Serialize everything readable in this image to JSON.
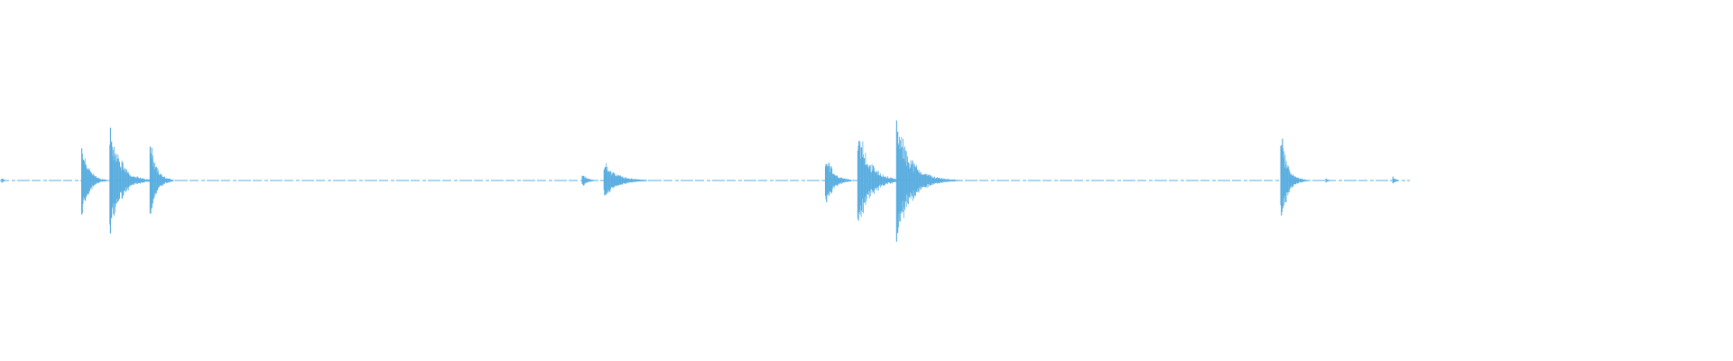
{
  "waveform": {
    "color": "#5aaee0",
    "background": "#ffffff",
    "duration_fraction_events": [
      {
        "t": 0.0013,
        "amp": 0.02,
        "decay": 0.004
      },
      {
        "t": 0.058,
        "amp": 0.36,
        "decay": 0.01
      },
      {
        "t": 0.078,
        "amp": 0.5,
        "decay": 0.016
      },
      {
        "t": 0.1065,
        "amp": 0.32,
        "decay": 0.01
      },
      {
        "t": 0.413,
        "amp": 0.06,
        "decay": 0.008
      },
      {
        "t": 0.4285,
        "amp": 0.16,
        "decay": 0.02
      },
      {
        "t": 0.5855,
        "amp": 0.23,
        "decay": 0.012
      },
      {
        "t": 0.6085,
        "amp": 0.46,
        "decay": 0.018
      },
      {
        "t": 0.636,
        "amp": 0.53,
        "decay": 0.022
      },
      {
        "t": 0.9085,
        "amp": 0.4,
        "decay": 0.01
      },
      {
        "t": 0.9405,
        "amp": 0.02,
        "decay": 0.004
      },
      {
        "t": 0.988,
        "amp": 0.03,
        "decay": 0.005
      }
    ]
  }
}
